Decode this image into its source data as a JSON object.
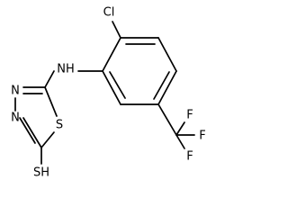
{
  "molecule": {
    "atom_labels": {
      "cl": "Cl",
      "nh": "NH",
      "n_upper": "N",
      "n_lower": "N",
      "s_ring": "S",
      "sh": "SH",
      "f_top": "F",
      "f_right": "F",
      "f_bottom": "F"
    },
    "colors": {
      "bond": "#000000",
      "text": "#000000",
      "background": "#ffffff"
    }
  }
}
